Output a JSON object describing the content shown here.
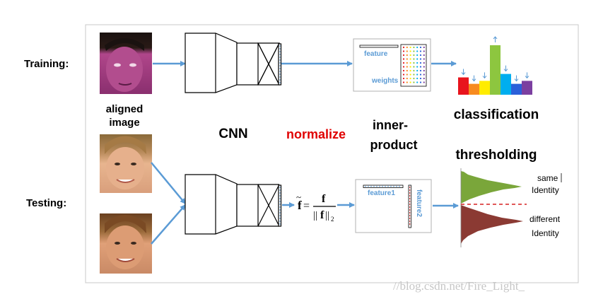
{
  "labels": {
    "training": "Training:",
    "testing": "Testing:",
    "aligned_image": [
      "aligned",
      "image"
    ],
    "cnn": "CNN",
    "normalize": "normalize",
    "inner_product": [
      "inner-",
      "product"
    ],
    "classification": "classification",
    "thresholding": "thresholding",
    "feature": "feature",
    "weights": "weights",
    "feature1": "feature1",
    "feature2": "feature2",
    "same_identity": [
      "same",
      "Identity"
    ],
    "different_identity": [
      "different",
      "Identity"
    ],
    "formula_f": "f",
    "formula_eq": "=",
    "formula_den_sub": "2"
  },
  "watermark": "//blog.csdn.net/Fire_Light_",
  "colors": {
    "arrow": "#5b9bd5",
    "normalize_text": "#e00000",
    "bar_colors": [
      "#e8141d",
      "#f78b1f",
      "#ffec00",
      "#8dc63f",
      "#00aeef",
      "#2b60d9",
      "#7b3fa0"
    ],
    "hist_green": "#7aa63a",
    "hist_red": "#8b3a33",
    "threshold_line": "#d62020"
  },
  "classification_bars": {
    "values": [
      0.35,
      0.22,
      0.28,
      1.0,
      0.42,
      0.22,
      0.28
    ]
  }
}
